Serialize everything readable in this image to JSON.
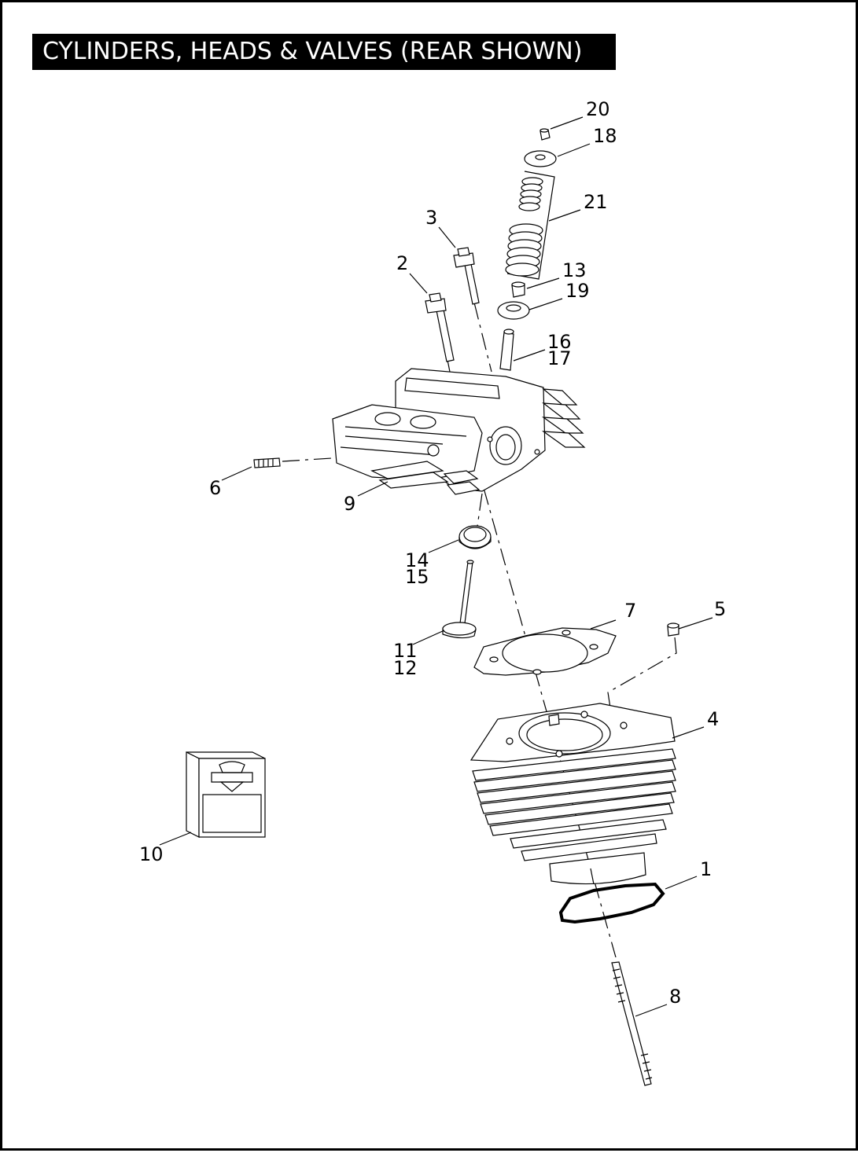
{
  "title": "CYLINDERS, HEADS & VALVES (REAR SHOWN)",
  "callouts": [
    {
      "id": "20",
      "text": "20"
    },
    {
      "id": "18",
      "text": "18"
    },
    {
      "id": "21",
      "text": "21"
    },
    {
      "id": "3",
      "text": "3"
    },
    {
      "id": "2",
      "text": "2"
    },
    {
      "id": "13",
      "text": "13"
    },
    {
      "id": "19",
      "text": "19"
    },
    {
      "id": "16",
      "text": "16"
    },
    {
      "id": "17",
      "text": "17"
    },
    {
      "id": "6",
      "text": "6"
    },
    {
      "id": "9",
      "text": "9"
    },
    {
      "id": "14",
      "text": "14"
    },
    {
      "id": "15",
      "text": "15"
    },
    {
      "id": "7",
      "text": "7"
    },
    {
      "id": "5",
      "text": "5"
    },
    {
      "id": "11",
      "text": "11"
    },
    {
      "id": "12",
      "text": "12"
    },
    {
      "id": "4",
      "text": "4"
    },
    {
      "id": "10",
      "text": "10"
    },
    {
      "id": "1",
      "text": "1"
    },
    {
      "id": "8",
      "text": "8"
    }
  ],
  "colors": {
    "ink": "#000000",
    "paper": "#ffffff"
  }
}
